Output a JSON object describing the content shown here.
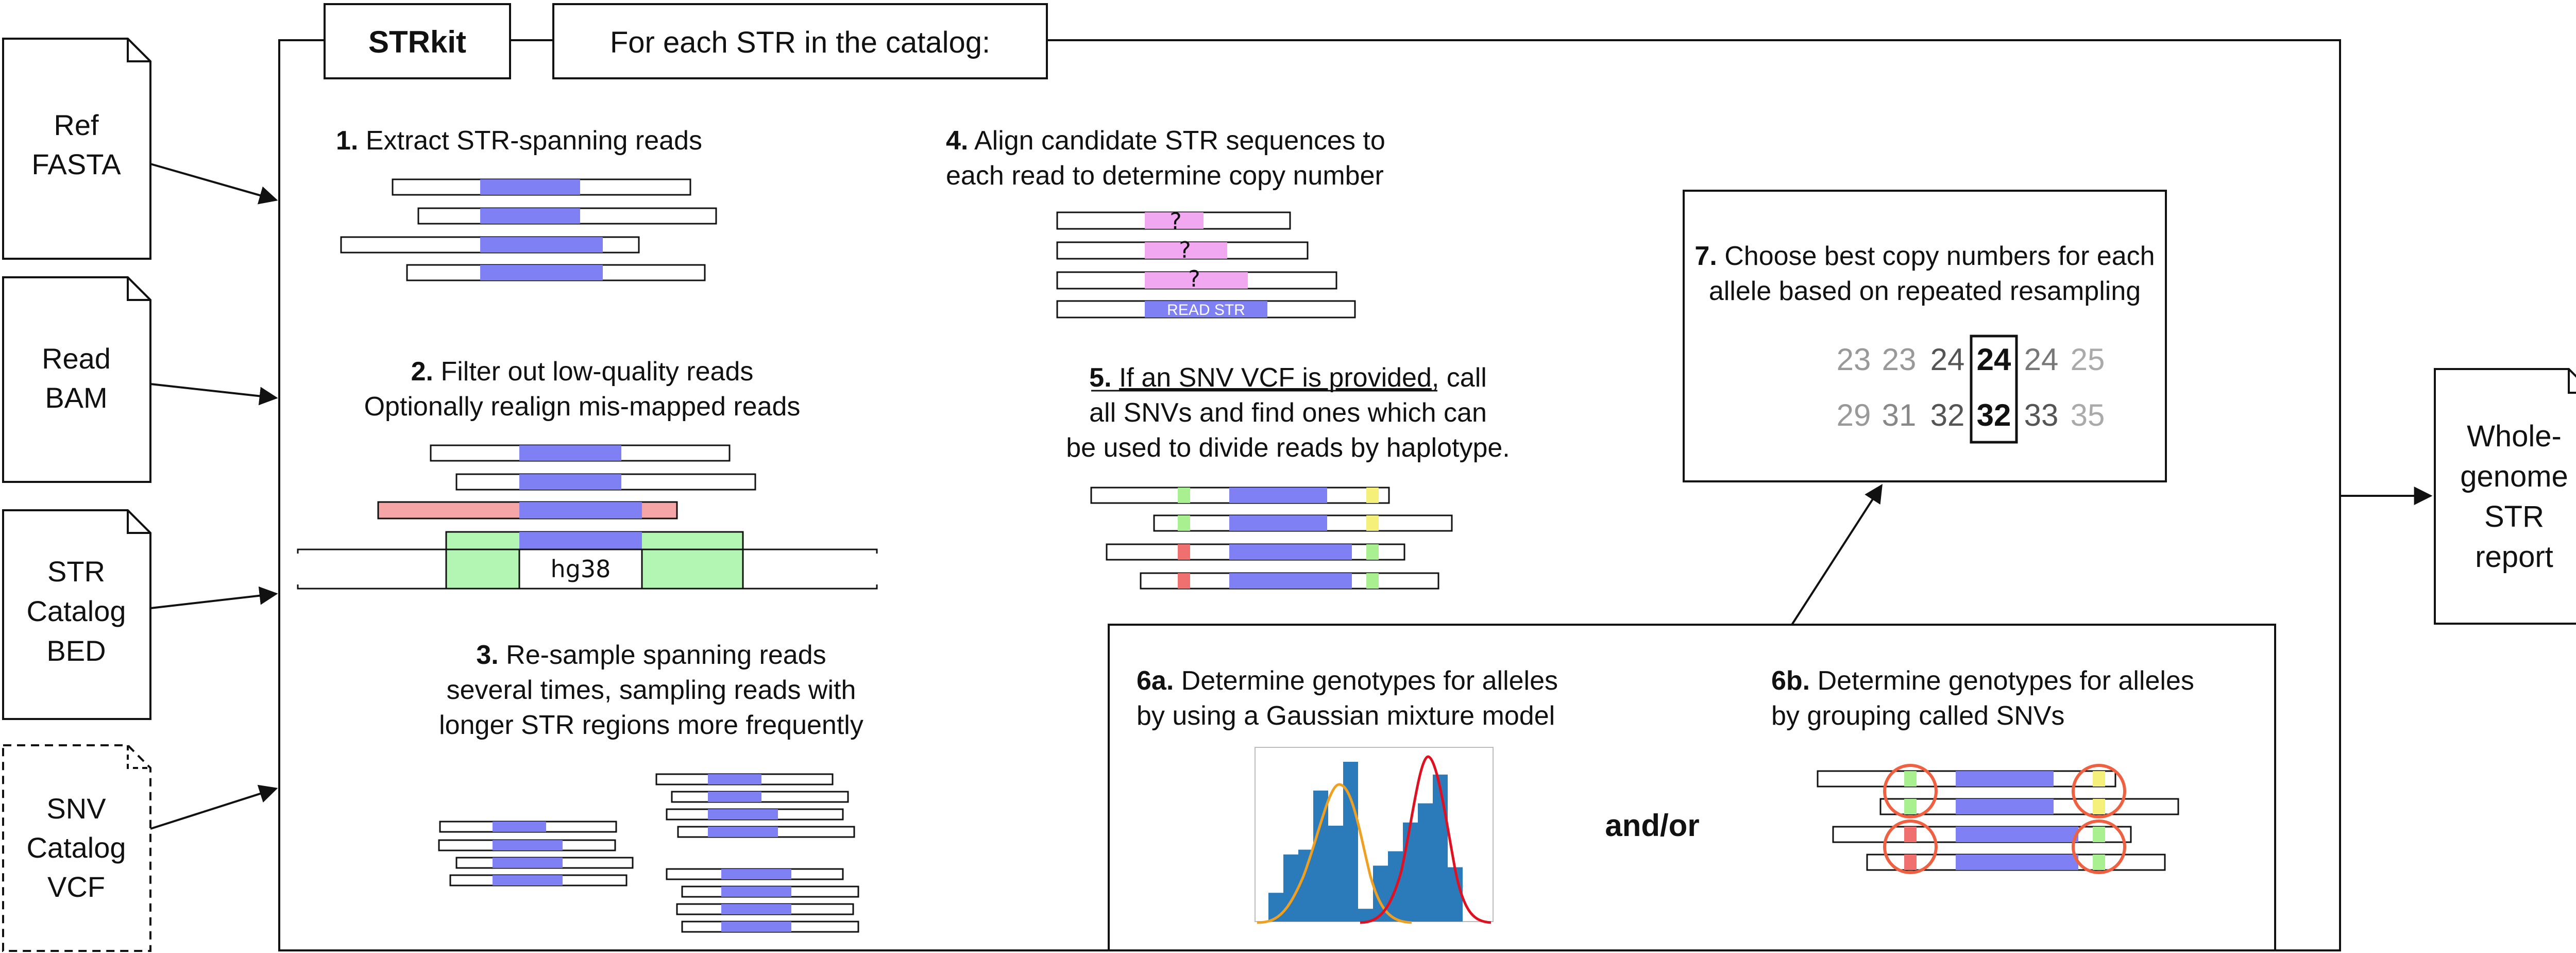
{
  "inputs": {
    "ref": [
      "Ref",
      "FASTA"
    ],
    "bam": [
      "Read",
      "BAM"
    ],
    "bed": [
      "STR",
      "Catalog",
      "BED"
    ],
    "vcf": [
      "SNV",
      "Catalog",
      "VCF"
    ]
  },
  "output": [
    "Whole-",
    "genome",
    "STR",
    "report"
  ],
  "header": {
    "tool": "STRkit",
    "loop": "For each STR in the catalog:"
  },
  "steps": {
    "s1": {
      "num": "1.",
      "lines": [
        "Extract STR-spanning reads"
      ]
    },
    "s2": {
      "num": "2.",
      "lines": [
        "Filter out low-quality reads",
        "Optionally realign mis-mapped reads"
      ],
      "ref_label": "hg38"
    },
    "s3": {
      "num": "3.",
      "lines": [
        "Re-sample spanning reads",
        "several times, sampling reads with",
        "longer STR regions more frequently"
      ]
    },
    "s4": {
      "num": "4.",
      "lines": [
        "Align candidate STR sequences to",
        "each read to determine copy number"
      ],
      "qmark": "?",
      "read_str": "READ STR"
    },
    "s5": {
      "num": "5.",
      "underlined": "If an SNV VCF is provided",
      "lines": [
        ", call",
        "all SNVs and find ones which can",
        "be used to divide reads by haplotype."
      ]
    },
    "s6a": {
      "num": "6a.",
      "lines": [
        "Determine genotypes for alleles",
        "by using a Gaussian mixture model"
      ]
    },
    "s6b": {
      "num": "6b.",
      "lines": [
        "Determine genotypes for alleles",
        "by grouping called SNVs"
      ]
    },
    "andor": "and/or",
    "s7": {
      "num": "7.",
      "lines": [
        "Choose best copy numbers for each",
        "allele based on repeated resampling"
      ],
      "row1": [
        "23",
        "23",
        "24",
        "24",
        "24",
        "25"
      ],
      "row2": [
        "29",
        "31",
        "32",
        "32",
        "33",
        "35"
      ]
    }
  },
  "colors": {
    "str": "#8080f5",
    "candidate": "#f2a8f0",
    "misaligned": "#f5a5a5",
    "ref_flank": "#b3f5b3",
    "snv_green": "#a8f090",
    "snv_yellow": "#f5f07a",
    "snv_red": "#f07070",
    "circle": "#f06040",
    "hist": "#2b7bba",
    "gauss1": "#f0a020",
    "gauss2": "#e01020"
  },
  "histogram": {
    "bars": [
      0.18,
      0.42,
      0.45,
      0.82,
      0.6,
      1.0,
      0.08,
      0.35,
      0.44,
      0.62,
      0.74,
      0.92,
      0.34
    ]
  }
}
